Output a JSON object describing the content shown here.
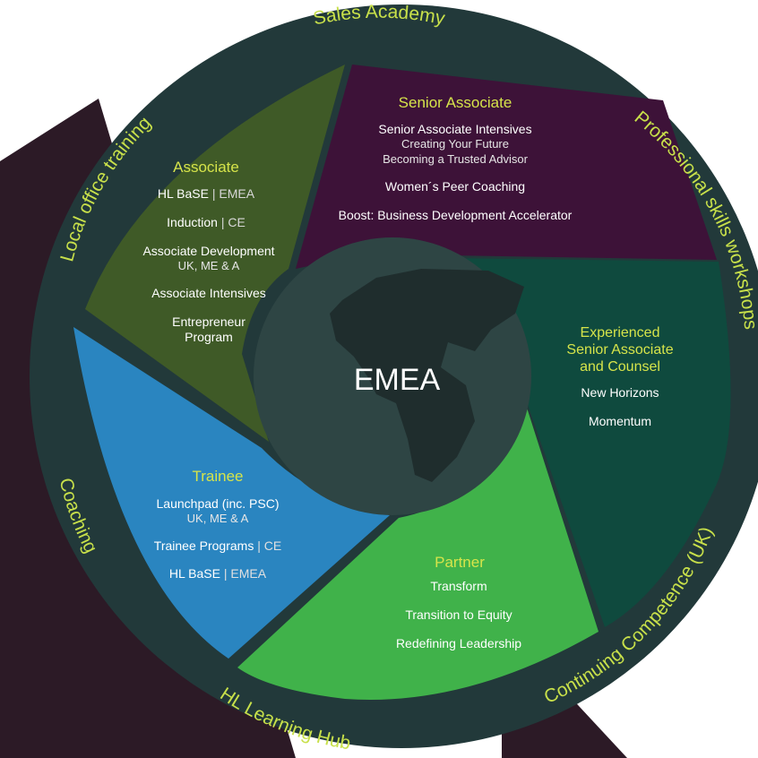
{
  "center": {
    "label": "EMEA"
  },
  "outer_ring": [
    {
      "id": "sales-academy",
      "label": "Sales Academy"
    },
    {
      "id": "professional-skills",
      "label": "Professional skills workshops"
    },
    {
      "id": "continuing-competence",
      "label": "Continuing Competence (UK)"
    },
    {
      "id": "learning-hub",
      "label": "HL Learning Hub"
    },
    {
      "id": "coaching",
      "label": "Coaching"
    },
    {
      "id": "local-office",
      "label": "Local office training"
    }
  ],
  "segments": {
    "senior_associate": {
      "title": "Senior Associate",
      "items": [
        {
          "main": "Senior Associate Intensives"
        },
        {
          "sub": "Creating Your Future"
        },
        {
          "sub": "Becoming a Trusted Advisor"
        },
        {
          "main": "Women´s Peer Coaching"
        },
        {
          "main": "Boost: Business Development Accelerator"
        }
      ]
    },
    "associate": {
      "title": "Associate",
      "items": [
        {
          "main": "HL BaSE",
          "suffix": " | EMEA"
        },
        {
          "main": "Induction",
          "suffix": " | CE"
        },
        {
          "main": "Associate Development"
        },
        {
          "sub": "UK, ME & A"
        },
        {
          "main": "Associate Intensives"
        },
        {
          "main": "Entrepreneur"
        },
        {
          "main": "Program"
        }
      ]
    },
    "experienced": {
      "title_lines": [
        "Experienced",
        "Senior Associate",
        "and Counsel"
      ],
      "items": [
        {
          "main": "New Horizons"
        },
        {
          "main": "Momentum"
        }
      ]
    },
    "trainee": {
      "title": "Trainee",
      "items": [
        {
          "main": "Launchpad (inc. PSC)"
        },
        {
          "sub": "UK, ME & A"
        },
        {
          "main": "Trainee Programs",
          "suffix": " | CE"
        },
        {
          "main": "HL BaSE",
          "suffix": " | EMEA"
        }
      ]
    },
    "partner": {
      "title": "Partner",
      "items": [
        {
          "main": "Transform"
        },
        {
          "main": "Transition to Equity"
        },
        {
          "main": "Redefining  Leadership"
        }
      ]
    }
  },
  "colors": {
    "ring": "#22393a",
    "ring_text": "#c8e04a",
    "senior_associate": "#3d1238",
    "associate": "#3f5a27",
    "experienced": "#0f4a3e",
    "trainee": "#2a85c0",
    "partner": "#40b24a",
    "center": "#2e4544",
    "continent": "#1f2d2d",
    "title_yellow": "#d6e44a",
    "white": "#ffffff",
    "backdrop": "#2c1a26"
  }
}
